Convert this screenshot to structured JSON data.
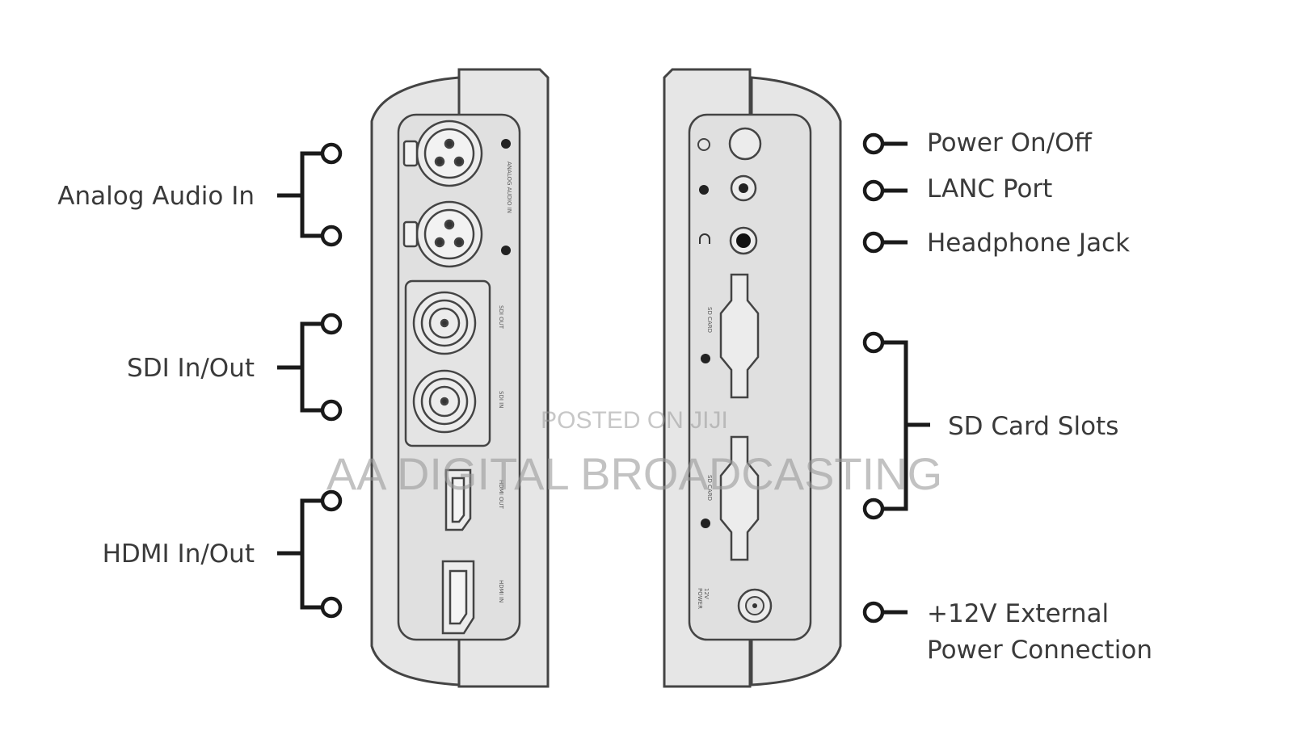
{
  "left_labels": {
    "analog_audio_in": "Analog Audio In",
    "sdi_in_out": "SDI In/Out",
    "hdmi_in_out": "HDMI In/Out"
  },
  "right_labels": {
    "power_on_off": "Power On/Off",
    "lanc_port": "LANC Port",
    "headphone_jack": "Headphone Jack",
    "sd_card_slots": "SD Card Slots",
    "external_power_line1": "+12V External",
    "external_power_line2": "Power Connection"
  },
  "device_markings": {
    "analog_audio_in": "ANALOG AUDIO IN",
    "sdi_out": "SDI OUT",
    "sdi_in": "SDI IN",
    "hdmi_out": "HDMI OUT",
    "hdmi_in": "HDMI IN",
    "sd_card_1": "SD CARD",
    "sd_card_2": "SD CARD",
    "power_12v": "12V",
    "power_mark": "POWER"
  },
  "watermark": {
    "line1": "POSTED ON JIJI",
    "line2": "AA DIGITAL BROADCASTING"
  },
  "colors": {
    "device_body": "#e6e6e6",
    "device_outline": "#444444",
    "line": "#1a1a1a",
    "text": "#3a3a3a"
  }
}
